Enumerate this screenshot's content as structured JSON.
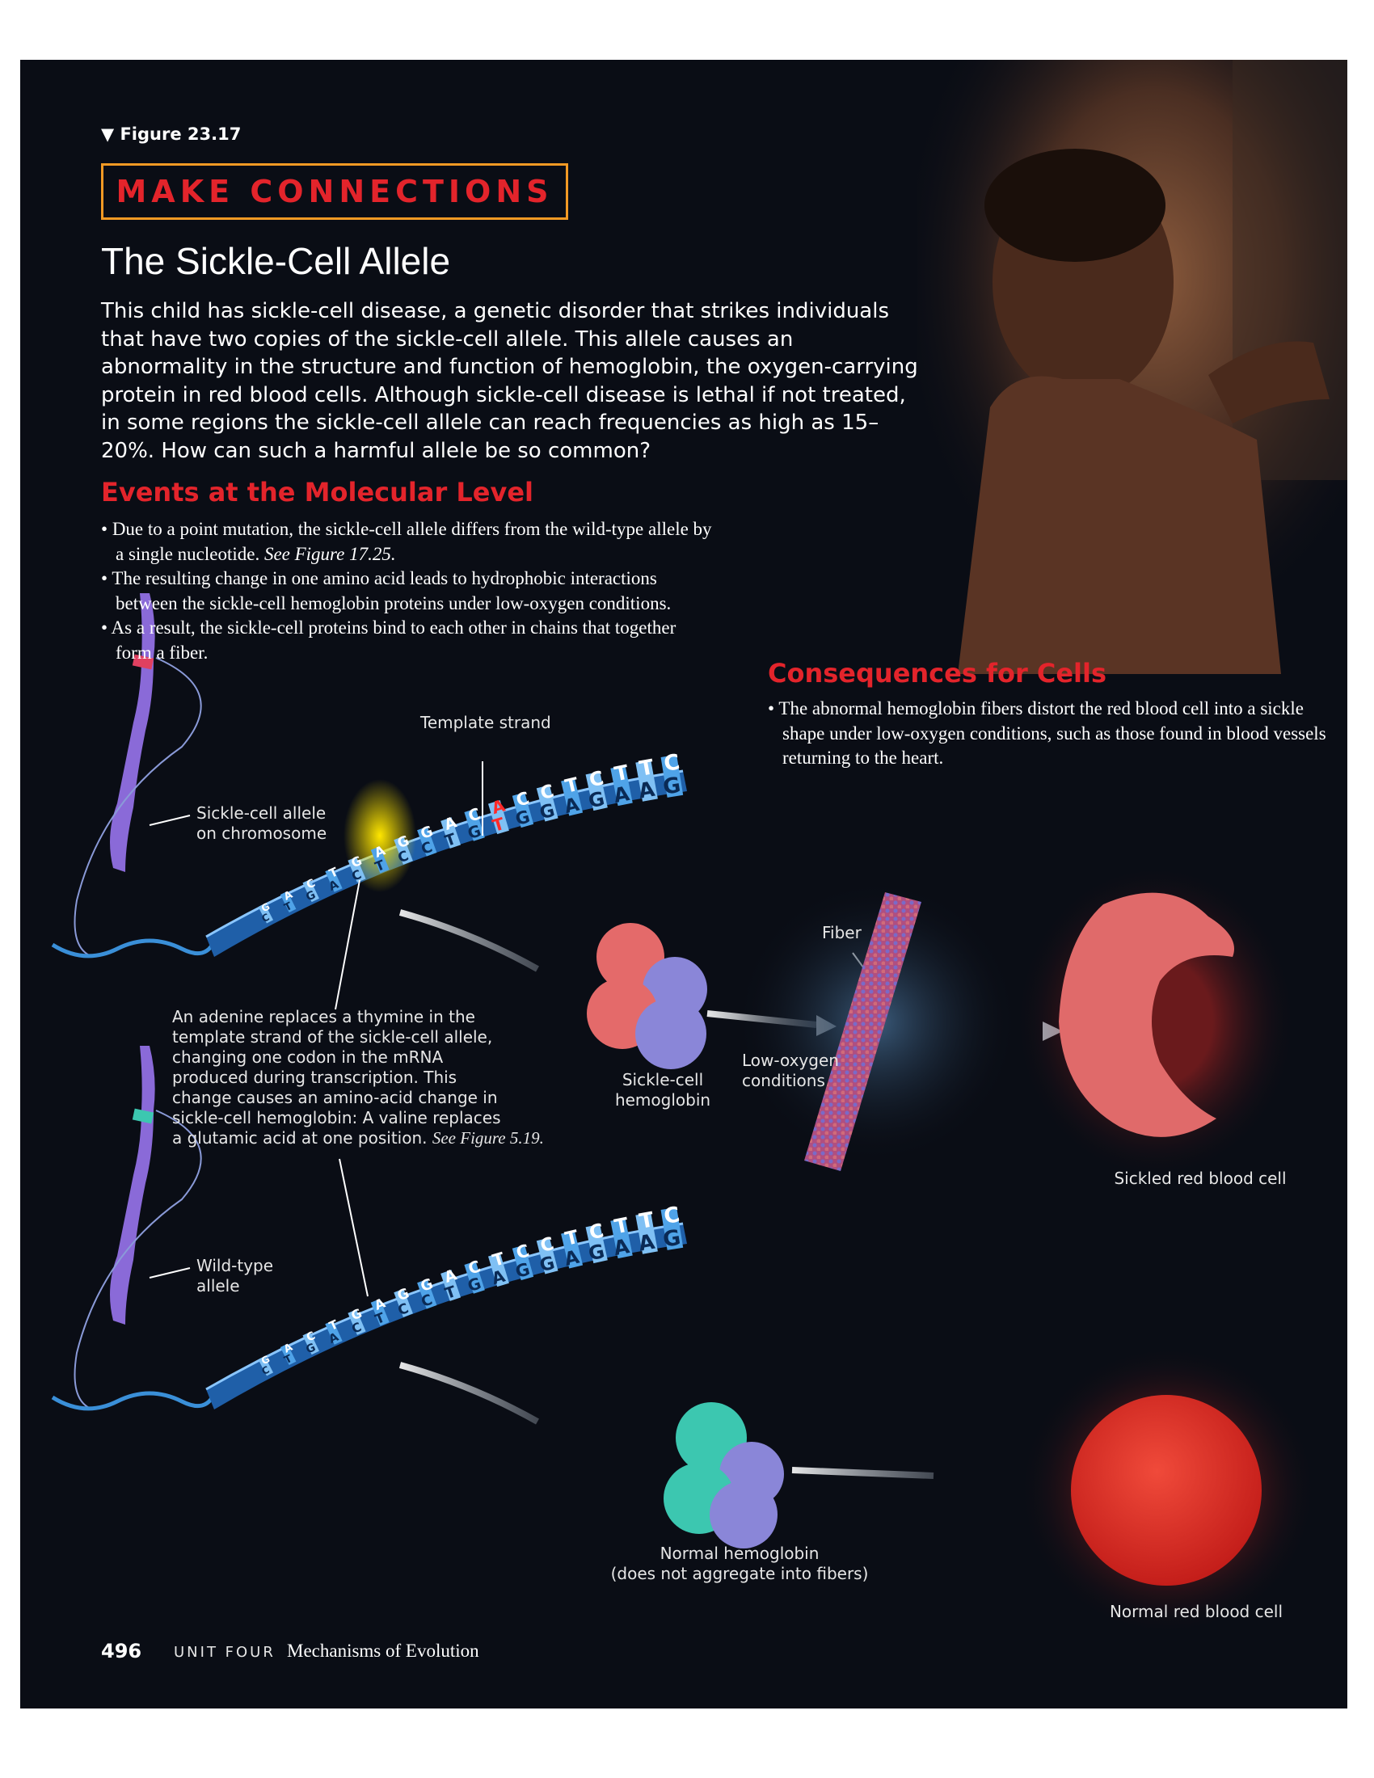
{
  "figure_label": "▼ Figure 23.17",
  "header": "MAKE CONNECTIONS",
  "title": "The Sickle-Cell Allele",
  "intro": "This child has sickle-cell disease, a genetic disorder that strikes individuals that have two copies of the sickle-cell allele. This allele causes an abnormality in the structure and function of hemoglobin, the oxygen-carrying protein in red blood cells. Although sickle-cell disease is lethal if not treated, in some regions the sickle-cell allele can reach frequencies as high as 15–20%. How can such a harmful allele be so common?",
  "molecular": {
    "heading": "Events at the Molecular Level",
    "b1": "Due to a point mutation, the sickle-cell allele differs from the wild-type allele by a single nucleotide.",
    "b1_ref": "See Figure 17.25.",
    "b2": "The resulting change in one amino acid leads to hydrophobic interactions between the sickle-cell hemoglobin proteins under low-oxygen conditions.",
    "b3": "As a result, the sickle-cell proteins bind to each other in chains that together form a fiber."
  },
  "cells": {
    "heading": "Consequences for Cells",
    "b1": "The abnormal hemoglobin fibers distort the red blood cell into a sickle shape under low-oxygen conditions, such as those found in blood vessels returning to the heart."
  },
  "labels": {
    "template_strand": "Template strand",
    "sickle_allele_1": "Sickle-cell allele",
    "sickle_allele_2": "on chromosome",
    "mutation_note": [
      "An adenine replaces a thymine in the",
      "template strand of the sickle-cell allele,",
      "changing one codon in the mRNA",
      "produced during transcription. This",
      "change causes an amino-acid change in",
      "sickle-cell hemoglobin: A valine replaces",
      "a glutamic acid at one position."
    ],
    "mutation_ref": "See Figure 5.19.",
    "wild_type_1": "Wild-type",
    "wild_type_2": "allele",
    "sickle_hb_1": "Sickle-cell",
    "sickle_hb_2": "hemoglobin",
    "fiber": "Fiber",
    "low_o2_1": "Low-oxygen",
    "low_o2_2": "conditions",
    "sickled_cell": "Sickled red blood cell",
    "normal_hb_1": "Normal hemoglobin",
    "normal_hb_2": "(does not aggregate into fibers)",
    "normal_cell": "Normal red blood cell"
  },
  "dna": {
    "top_strand": [
      "G",
      "A",
      "C",
      "T",
      "G",
      "A",
      "G",
      "G",
      "A",
      "C",
      "A",
      "C",
      "C",
      "T",
      "C",
      "T",
      "T",
      "C"
    ],
    "bottom_strand": [
      "C",
      "T",
      "G",
      "A",
      "C",
      "T",
      "C",
      "C",
      "T",
      "G",
      "T",
      "G",
      "G",
      "A",
      "G",
      "A",
      "A",
      "G"
    ],
    "wild_top": [
      "G",
      "A",
      "C",
      "T",
      "G",
      "A",
      "G",
      "G",
      "A",
      "C",
      "T",
      "C",
      "C",
      "T",
      "C",
      "T",
      "T",
      "C"
    ],
    "wild_bottom": [
      "C",
      "T",
      "G",
      "A",
      "C",
      "T",
      "C",
      "C",
      "T",
      "G",
      "A",
      "G",
      "G",
      "A",
      "G",
      "A",
      "A",
      "G"
    ]
  },
  "footer": {
    "page_number": "496",
    "unit": "UNIT FOUR",
    "chapter": "Mechanisms of Evolution"
  },
  "colors": {
    "panel": "#0a0d15",
    "heading_red": "#e3242b",
    "box_orange": "#f39a24",
    "dna_blue": "#3a8fd8",
    "sickle_hb_red": "#e46a6a",
    "normal_hb_teal": "#3cc7b0",
    "hb_purple": "#8a86d8",
    "rbc_red": "#e02a25"
  }
}
